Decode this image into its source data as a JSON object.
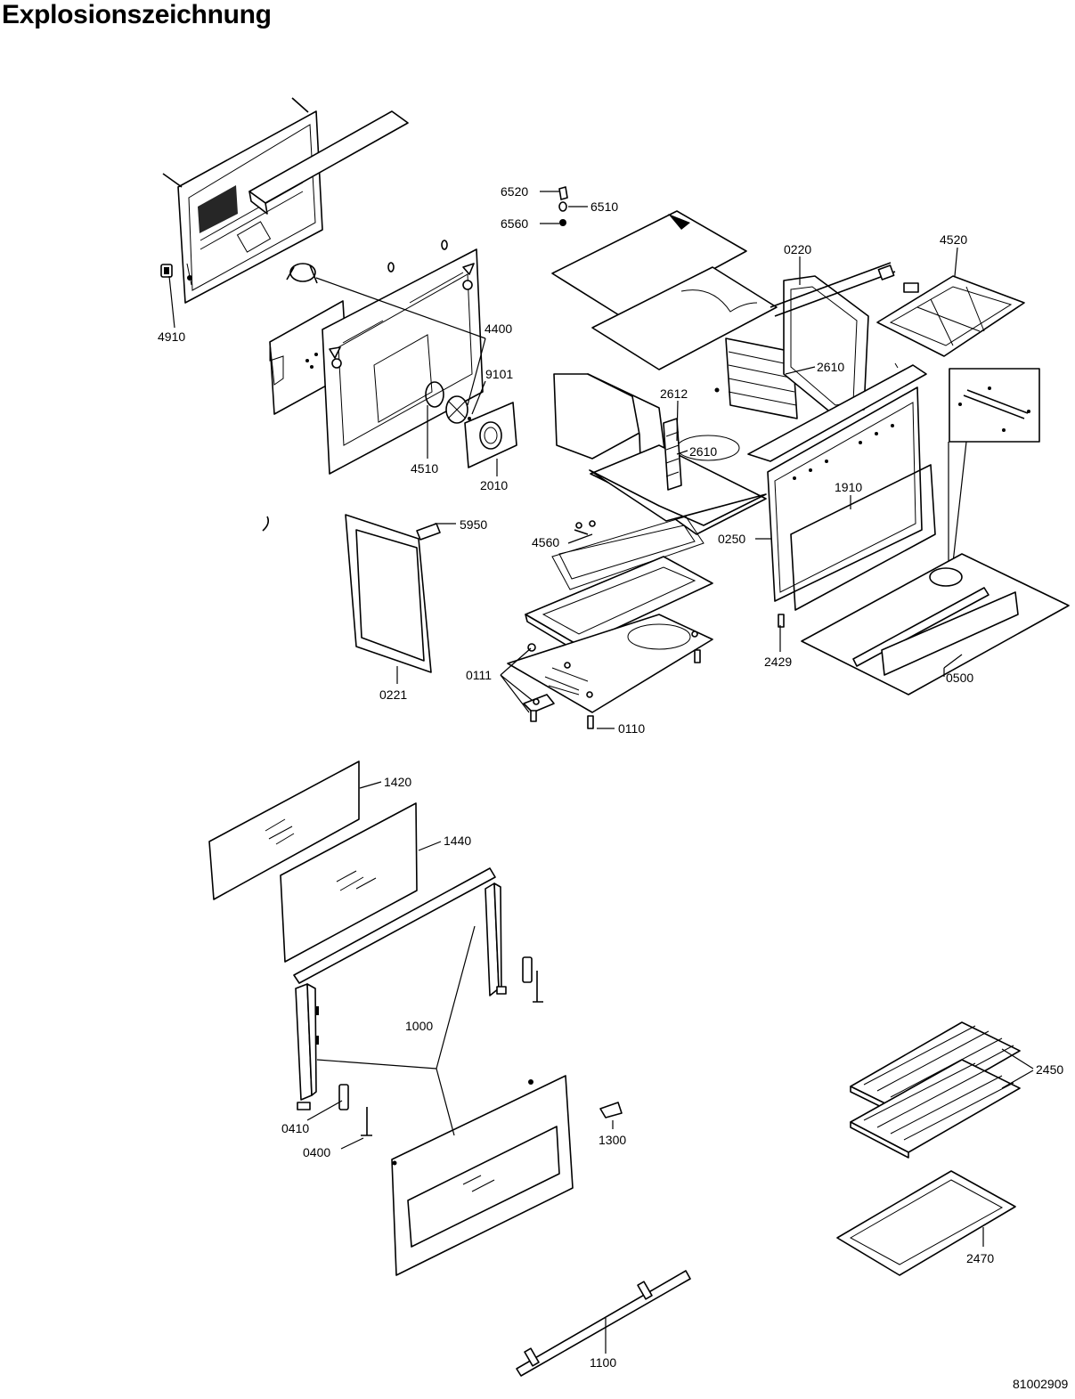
{
  "title": "Explosionszeichnung",
  "document_number": "81002909",
  "callouts": [
    {
      "id": "c6520",
      "text": "6520"
    },
    {
      "id": "c6510",
      "text": "6510"
    },
    {
      "id": "c6560",
      "text": "6560"
    },
    {
      "id": "c0220",
      "text": "0220"
    },
    {
      "id": "c4520",
      "text": "4520"
    },
    {
      "id": "c4910",
      "text": "4910"
    },
    {
      "id": "c4400",
      "text": "4400"
    },
    {
      "id": "c9101",
      "text": "9101"
    },
    {
      "id": "c2610a",
      "text": "2610"
    },
    {
      "id": "c2612",
      "text": "2612"
    },
    {
      "id": "c2610b",
      "text": "2610"
    },
    {
      "id": "c4510",
      "text": "4510"
    },
    {
      "id": "c2010",
      "text": "2010"
    },
    {
      "id": "c1910",
      "text": "1910"
    },
    {
      "id": "c5950",
      "text": "5950"
    },
    {
      "id": "c4560",
      "text": "4560"
    },
    {
      "id": "c0250",
      "text": "0250"
    },
    {
      "id": "c2429",
      "text": "2429"
    },
    {
      "id": "c0500",
      "text": "0500"
    },
    {
      "id": "c0111",
      "text": "0111"
    },
    {
      "id": "c0221",
      "text": "0221"
    },
    {
      "id": "c0110",
      "text": "0110"
    },
    {
      "id": "c1420",
      "text": "1420"
    },
    {
      "id": "c1440",
      "text": "1440"
    },
    {
      "id": "c1000",
      "text": "1000"
    },
    {
      "id": "c2450",
      "text": "2450"
    },
    {
      "id": "c0410",
      "text": "0410"
    },
    {
      "id": "c1300",
      "text": "1300"
    },
    {
      "id": "c0400",
      "text": "0400"
    },
    {
      "id": "c2470",
      "text": "2470"
    },
    {
      "id": "c1100",
      "text": "1100"
    }
  ]
}
